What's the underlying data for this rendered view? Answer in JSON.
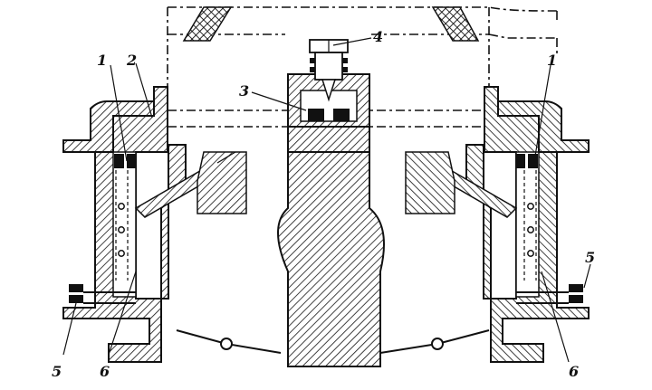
{
  "labels": {
    "l1_left": "1",
    "l2": "2",
    "l3": "3",
    "l4": "4",
    "l1_right": "1",
    "l5_left": "5",
    "l5_right": "5",
    "l6_left": "6",
    "l6_right": "6"
  },
  "colors": {
    "ink": "#111111",
    "paper": "#ffffff"
  }
}
